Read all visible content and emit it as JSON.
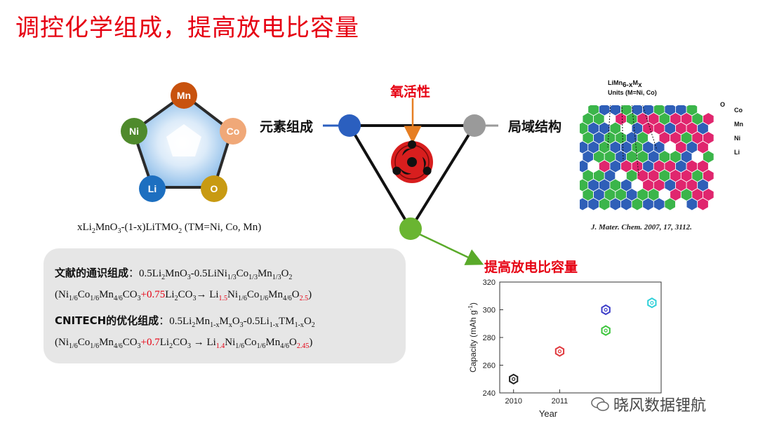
{
  "title": "调控化学组成，提高放电比容量",
  "pentagon": {
    "elements": [
      {
        "label": "Mn",
        "color": "#c8520e"
      },
      {
        "label": "Co",
        "color": "#f0a878"
      },
      {
        "label": "O",
        "color": "#c89a12"
      },
      {
        "label": "Li",
        "color": "#1d6fc0"
      },
      {
        "label": "Ni",
        "color": "#4f8a2c"
      }
    ],
    "formula": {
      "pre": "xLi",
      "s1": "2",
      "mid1": "MnO",
      "s2": "3",
      "mid2": "-(1-x)LiTMO",
      "s3": "2",
      "post": " (TM=Ni, Co, Mn)"
    }
  },
  "triangle": {
    "left_label": "元素组成",
    "right_label": "局域结构",
    "top_label": "氧活性",
    "colors": {
      "left": "#2b5fbf",
      "right": "#9a9a9a",
      "bottom": "#6ab531",
      "arrow_top": "#e67e22",
      "arrow_bottom": "#5aaa2a"
    }
  },
  "structure": {
    "units_line1": "LiMn",
    "units_sub": "6-x",
    "units_line1b": "M",
    "units_sub2": "x",
    "units_line2": "Units (M=Ni, Co)",
    "legend": [
      "O",
      "Co",
      "Mn",
      "Ni",
      "Li"
    ],
    "citation": "J. Mater. Chem. 2007, 17, 3112."
  },
  "composition": {
    "line1_label": "文献的通识组成",
    "line2_label": "CNITECH的优化组成",
    "colon": "："
  },
  "capacity_title": "提高放电比容量",
  "chart_data": {
    "type": "scatter",
    "xlabel": "Year",
    "ylabel": "Capacity (mAh g",
    "ylabel_sup": "-1",
    "ylabel_end": ")",
    "x_ticks": [
      "2010",
      "2011"
    ],
    "y_ticks": [
      "240",
      "260",
      "280",
      "300",
      "320"
    ],
    "ylim": [
      240,
      320
    ],
    "points": [
      {
        "x": 2010,
        "y": 250,
        "color": "#222222"
      },
      {
        "x": 2011,
        "y": 270,
        "color": "#e0393e"
      },
      {
        "x": 2012,
        "y": 300,
        "color": "#3b3bc8"
      },
      {
        "x": 2012,
        "y": 285,
        "color": "#3bc43b"
      },
      {
        "x": 2013,
        "y": 305,
        "color": "#2fd0d8"
      }
    ]
  },
  "watermark": "晓风数据锂航"
}
